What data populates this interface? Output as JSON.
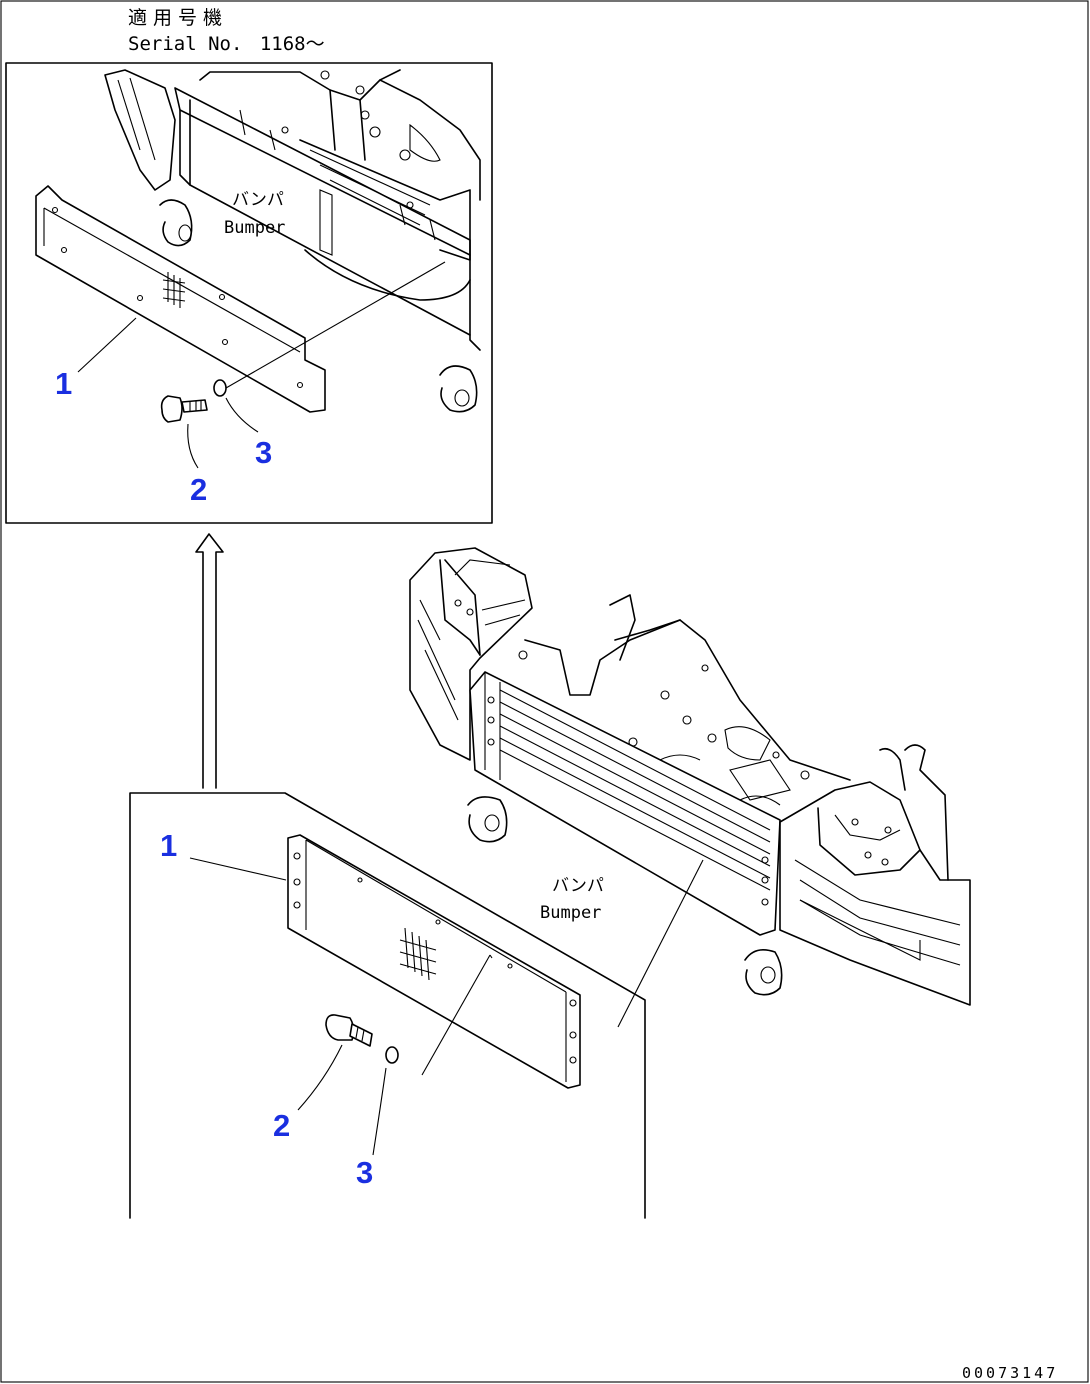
{
  "header": {
    "applicable_jp": "適用号機",
    "serial_label": "Serial No.",
    "serial_value": "1168〜"
  },
  "labels": {
    "bumper_jp": "バンパ",
    "bumper_en": "Bumper"
  },
  "detail_view": {
    "callouts": [
      {
        "id": "callout-1",
        "text": "1"
      },
      {
        "id": "callout-2",
        "text": "2"
      },
      {
        "id": "callout-3",
        "text": "3"
      }
    ]
  },
  "main_view": {
    "callouts": [
      {
        "id": "callout-1",
        "text": "1"
      },
      {
        "id": "callout-2",
        "text": "2"
      },
      {
        "id": "callout-3",
        "text": "3"
      }
    ]
  },
  "footer": {
    "drawing_number": "00073147"
  },
  "colors": {
    "callout": "#1a2fe0",
    "line": "#000000",
    "background": "#ffffff"
  }
}
